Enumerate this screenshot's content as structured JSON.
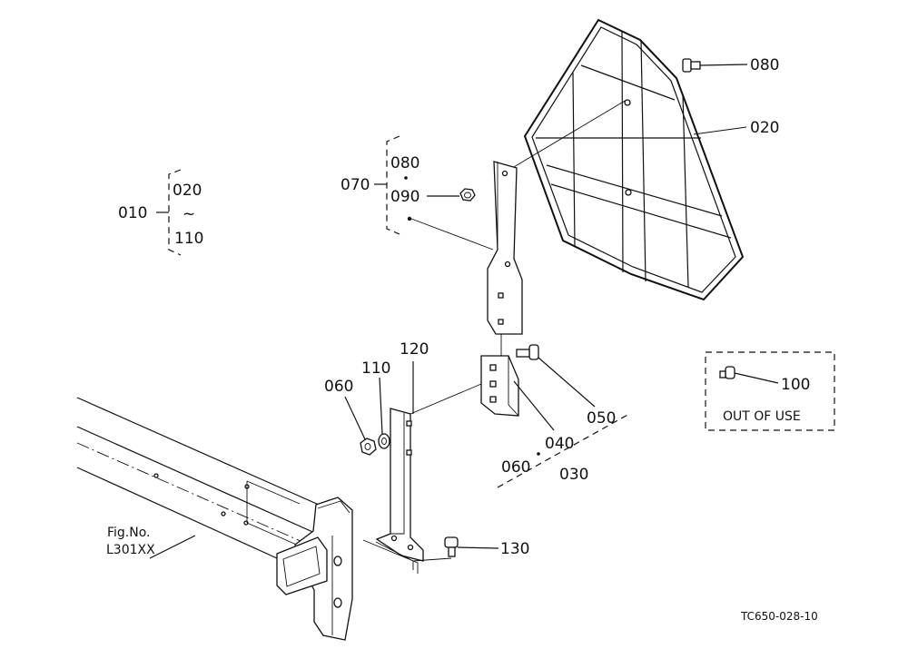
{
  "diagram": {
    "labels": {
      "p010": "010",
      "p020_range_start": "020",
      "range_tilde": "~",
      "p110_range_end": "110",
      "p070": "070",
      "p080_group": "080",
      "p090": "090",
      "p080": "080",
      "p020": "020",
      "p100": "100",
      "out_of_use": "OUT OF USE",
      "p120": "120",
      "p110": "110",
      "p060": "060",
      "p050": "050",
      "p040": "040",
      "p060_group": "060",
      "p030": "030",
      "p130": "130",
      "fig_no": "Fig.No.",
      "fig_ref": "L301XX",
      "drawing_code": "TC650-028-10"
    }
  }
}
